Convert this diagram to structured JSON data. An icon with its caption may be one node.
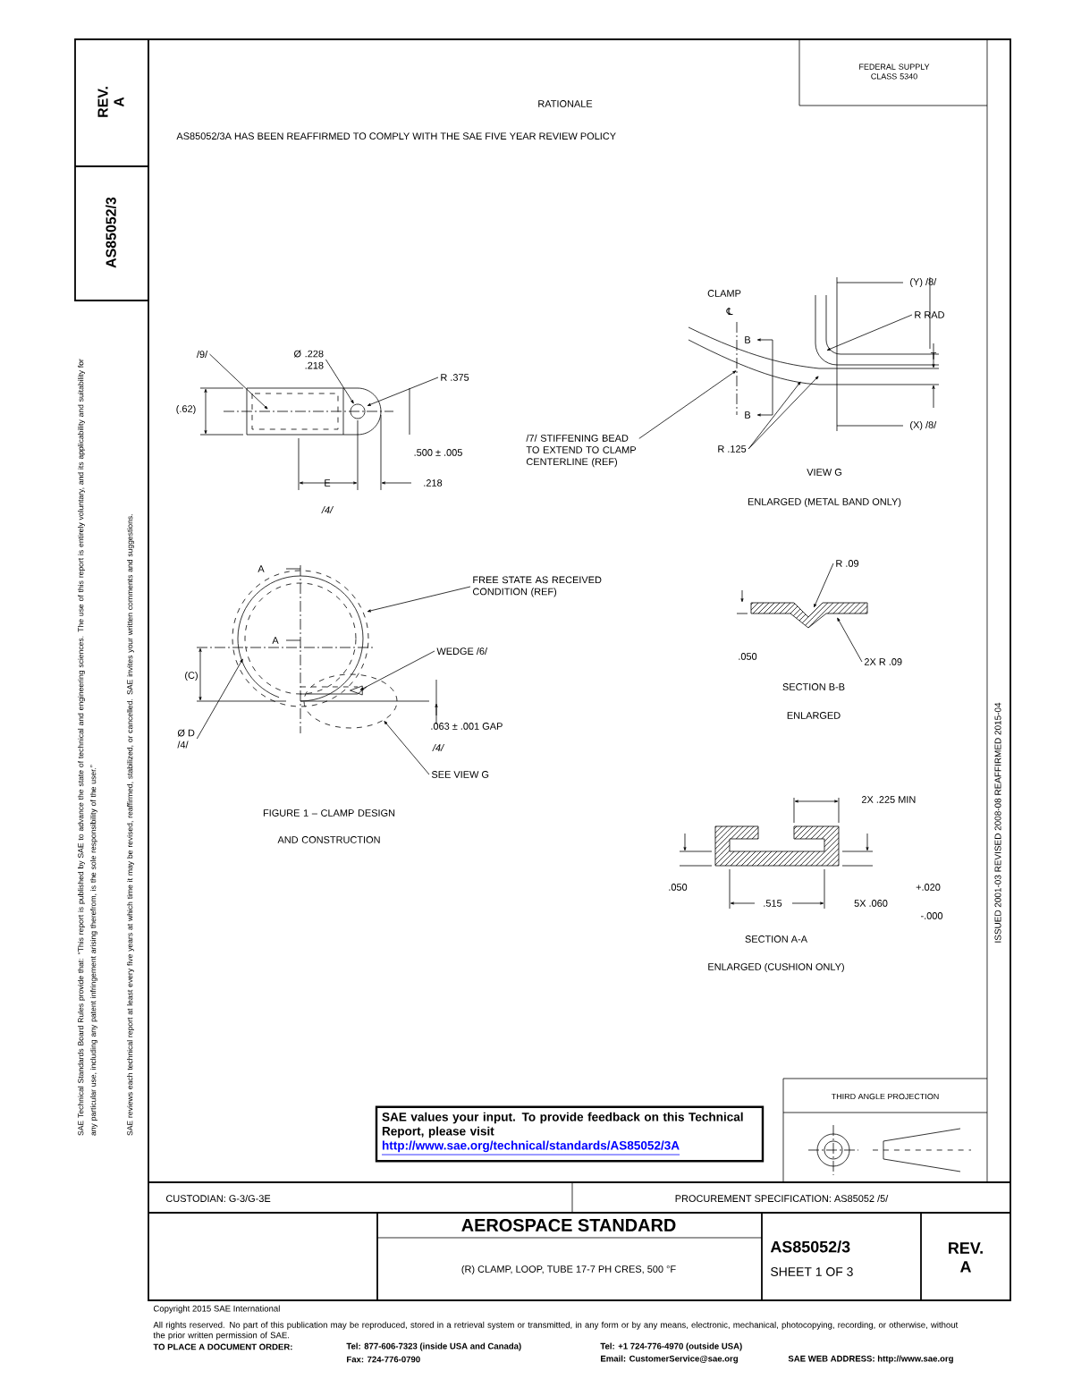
{
  "diagram": {
    "title": "RATIONALE",
    "nodes": [
      {
        "text": [
          "/9/"
        ]
      },
      {
        "text": [
          "Ø .228 .218"
        ]
      },
      {
        "text": [
          "R .375"
        ]
      },
      {
        "text": [
          "/7/ STIFFENING BEAD TO EXTEND TO CLAMP CENTERLINE (REF)"
        ]
      },
      {
        "text": [
          "R RAD"
        ]
      },
      {
        "text": [
          "R .125"
        ]
      },
      {
        "text": [
          "FREE STATE AS RECEIVED CONDITION (REF)"
        ]
      },
      {
        "text": [
          "WEDGE /6/"
        ]
      },
      {
        "text": [
          "Ø D",
          "/4/"
        ]
      },
      {
        "text": [
          "SEE VIEW G"
        ]
      },
      {
        "text": [],
        "shape": "ellipse"
      },
      {
        "text": [
          "R .09"
        ]
      },
      {
        "text": [
          "2X R .09"
        ]
      },
      {
        "text": [
          "SAE values your input. To provide feedback on this Technical Report, please visit",
          "http://www.sae.org/technical/standards/AS85052/3A"
        ]
      },
      {
        "text": [],
        "shape": "picture"
      },
      {
        "text": [],
        "shape": "triangle",
        "in": 10
      }
    ],
    "edges": [
      {
        "from": 0,
        "to": null,
        "arrow": "to"
      },
      {
        "from": 1,
        "to": null,
        "arrow": "to"
      },
      {
        "from": 2,
        "to": null,
        "arrow": "to"
      },
      {
        "from": 3,
        "to": 14,
        "arrow": "to"
      },
      {
        "from": 4,
        "to": 14,
        "arrow": "to"
      },
      {
        "from": 5,
        "to": 14,
        "arrow": "to"
      },
      {
        "from": 5,
        "to": 14,
        "arrow": "to"
      },
      {
        "from": 6,
        "to": null,
        "arrow": "to"
      },
      {
        "from": 7,
        "to": 15,
        "arrow": "to"
      },
      {
        "from": 8,
        "to": null,
        "arrow": "to"
      },
      {
        "from": 9,
        "to": 10,
        "arrow": "to"
      },
      {
        "from": 11,
        "to": null,
        "arrow": "to"
      },
      {
        "from": 12,
        "to": null,
        "arrow": "to"
      }
    ],
    "labels": [
      "REV. A",
      "AS85052/3",
      "SAE Technical Standards Board Rules provide that: “This report is published by SAE to advance the state of technical and engineering sciences. The use of this report is entirely voluntary, and its applicability and suitability for any particular use, including any patent infringement arising therefrom, is the sole responsibility of the user.”",
      "SAE reviews each technical report at least every five years at which time it may be revised, reaffirmed, stabilized, or cancelled. SAE invites your written comments and suggestions.",
      "FEDERAL SUPPLY CLASS 5340",
      "AS85052/3A HAS BEEN REAFFIRMED TO COMPLY WITH THE SAE FIVE YEAR REVIEW POLICY",
      "(.62)",
      ".500 ± .005",
      "E",
      "/4/",
      ".218",
      "CLAMP",
      "℄",
      "(Y) /8/",
      "B",
      "T",
      "B",
      "(X) /8/",
      "VIEW G",
      "ENLARGED (METAL BAND ONLY)",
      "A",
      "A",
      "(C)",
      ".063 ± .001 GAP",
      "/4/",
      ".050",
      "SECTION B-B",
      "ENLARGED",
      "FIGURE 1 – CLAMP DESIGN AND CONSTRUCTION",
      "2X .225 MIN",
      ".050",
      ".515",
      "5X .060",
      "+.020",
      "-.000",
      "SECTION A-A",
      "ENLARGED (CUSHION ONLY)",
      "ISSUED 2001-03 REVISED 2008-08 REAFFIRMED 2015-04",
      "THIRD ANGLE PROJECTION",
      "CUSTODIAN: G-3/G-3E",
      "PROCUREMENT SPECIFICATION: AS85052 /5/",
      "AEROSPACE STANDARD",
      "(R) CLAMP, LOOP, TUBE 17-7 PH CRES, 500 °F",
      "AS85052/3",
      "SHEET 1 OF 3",
      "REV. A",
      "Copyright 2015 SAE International",
      "All rights reserved. No part of this publication may be reproduced, stored in a retrieval system or transmitted, in any form or by any means, electronic, mechanical, photocopying, recording, or otherwise, without the prior written permission of SAE.",
      "TO PLACE A DOCUMENT ORDER:",
      "Tel: 877-606-7323 (inside USA and Canada)",
      "Tel: +1 724-776-4970 (outside USA)",
      "Fax: 724-776-0790",
      "Email: CustomerService@sae.org",
      "SAE WEB ADDRESS: http://www.sae.org"
    ]
  }
}
